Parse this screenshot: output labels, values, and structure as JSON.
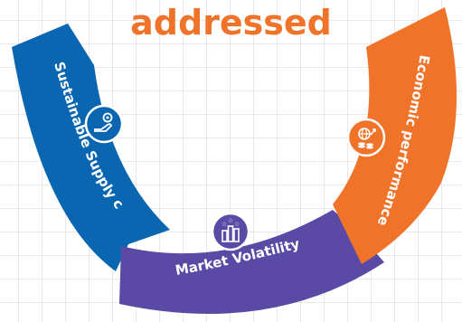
{
  "title": "addressed",
  "segments": [
    {
      "label": "Sustainable Supply chain",
      "color": "#0a66b0",
      "icon": "hand-gear-icon"
    },
    {
      "label": "Market Volatility",
      "color": "#5b4aa5",
      "icon": "bar-chart-stars-icon"
    },
    {
      "label": "Economic performance",
      "color": "#f0732a",
      "icon": "globe-coins-growth-icon"
    }
  ],
  "colors": {
    "title": "#f0732a",
    "icon_bg": "#ffffff"
  }
}
